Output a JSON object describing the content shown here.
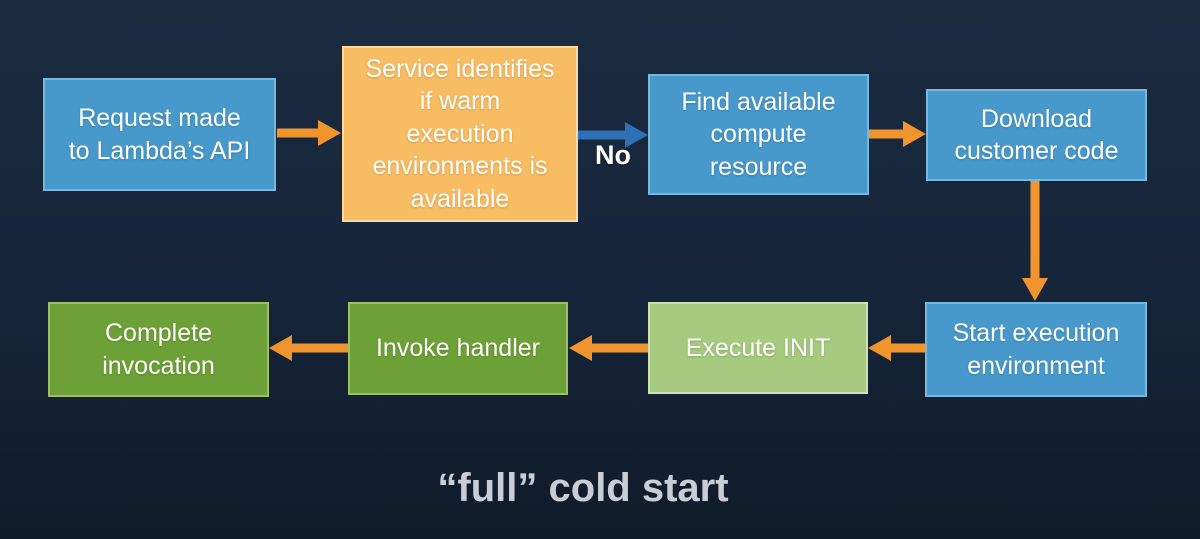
{
  "caption": "“full” cold start",
  "colors": {
    "bg-top": "#1b2b40",
    "bg-mid": "#16253a",
    "bg-bottom": "#101b29",
    "box-blue": "#4899cb",
    "box-blue-border": "#7cb7d9",
    "box-orange": "#f8bc63",
    "box-orange-border": "#fbd9a2",
    "box-green": "#6da137",
    "box-green-border": "#9dbf6b",
    "box-light-green": "#a6ca7e",
    "box-light-green-border": "#cfe0b5",
    "arrow-orange": "#f0952e",
    "arrow-blue": "#2e70b5",
    "text-white": "#ffffff",
    "caption-color": "#c9ced6"
  },
  "nodes": {
    "request": {
      "label": "Request made\nto Lambda’s API",
      "color": "blue"
    },
    "service": {
      "label": "Service identifies\nif warm\nexecution\nenvironments is\navailable",
      "color": "orange"
    },
    "find": {
      "label": "Find available\ncompute\nresource",
      "color": "blue"
    },
    "download": {
      "label": "Download\ncustomer code",
      "color": "blue"
    },
    "start": {
      "label": "Start execution\nenvironment",
      "color": "blue"
    },
    "execute_init": {
      "label": "Execute INIT",
      "color": "light-green"
    },
    "invoke": {
      "label": "Invoke handler",
      "color": "green"
    },
    "complete": {
      "label": "Complete\ninvocation",
      "color": "green"
    }
  },
  "edges": {
    "no_label": "No"
  }
}
